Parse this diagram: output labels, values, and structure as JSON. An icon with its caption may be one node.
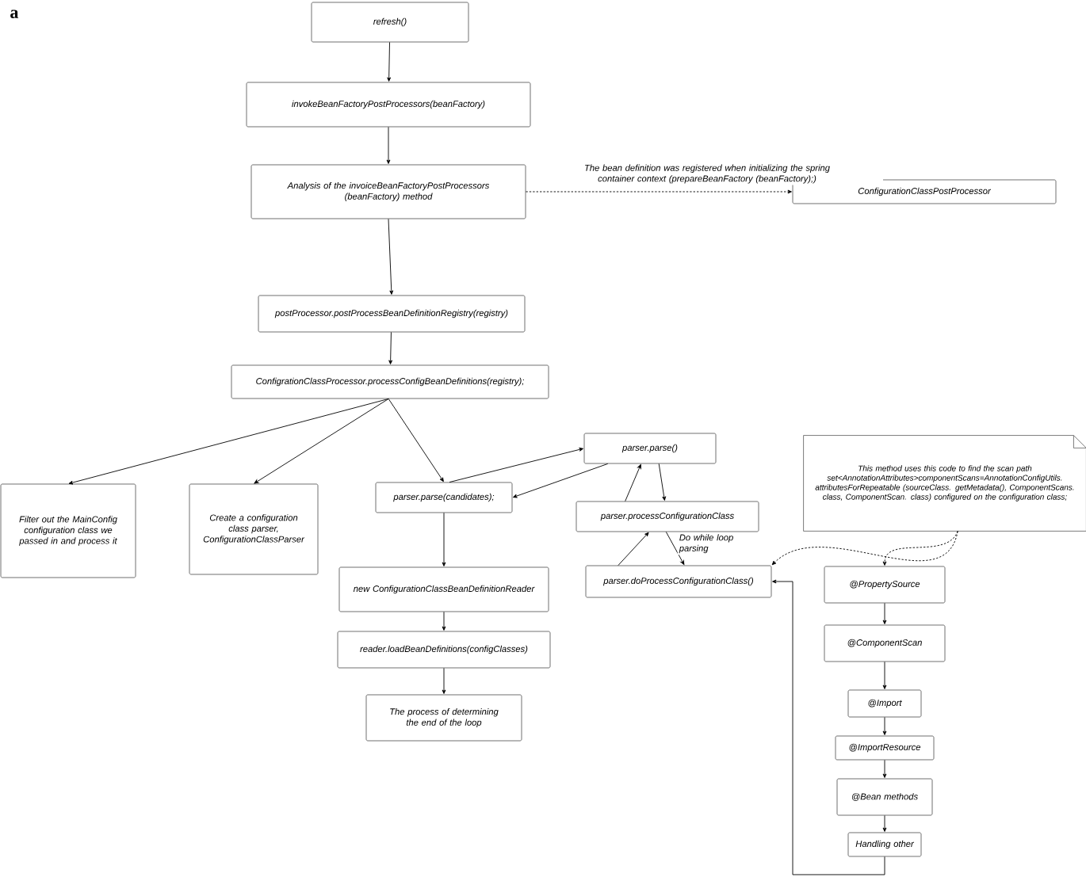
{
  "diagram": {
    "nodes": [
      {
        "text": [
          "refresh()"
        ]
      },
      {
        "text": [
          "invokeBeanFactoryPostProcessors(beanFactory)"
        ]
      },
      {
        "text": [
          "Analysis of the invoiceBeanFactoryPostProcessors (beanFactory) method"
        ]
      },
      {
        "text": [
          "ConfigurationClassPostProcessor"
        ]
      },
      {
        "text": [
          "postProcessor.postProcessBeanDefinitionRegistry(registry)"
        ]
      },
      {
        "text": [
          "ConfigrationClassProcessor.processConfigBeanDefinitions(registry);"
        ]
      },
      {
        "text": [
          "Filter out the MainConfig configuration class we passed in and process it"
        ]
      },
      {
        "text": [
          "Create a configuration class parser, ConfigurationClassParser"
        ]
      },
      {
        "text": [
          "parser.parse(candidates);"
        ]
      },
      {
        "text": [
          "new ConfigurationClassBeanDefinitionReader"
        ]
      },
      {
        "text": [
          "reader.loadBeanDefinitions(configClasses)"
        ]
      },
      {
        "text": [
          "The process of determining the end of the loop"
        ]
      },
      {
        "text": [
          "parser.parse()"
        ]
      },
      {
        "text": [
          "parser.processConfigurationClass"
        ]
      },
      {
        "text": [
          "parser.doProcessConfigurationClass()"
        ]
      },
      {
        "text": [
          "This method uses this code to find the scan path set<AnnotationAttributes>componentScans=AnnotationConfigUtils. attributesForRepeatable (sourceClass. getMetadata(), ComponentScans. class, ComponentScan. class) configured on the configuration class;"
        ]
      },
      {
        "text": [
          "@PropertySource"
        ]
      },
      {
        "text": [
          "@ComponentScan"
        ]
      },
      {
        "text": [
          "@Import"
        ]
      },
      {
        "text": [
          "@ImportResource"
        ]
      },
      {
        "text": [
          "@Bean methods"
        ]
      },
      {
        "text": [
          "Handling other"
        ]
      }
    ],
    "edges": [
      {
        "from": 0,
        "to": 1,
        "arrow": "to"
      },
      {
        "from": 1,
        "to": 2,
        "arrow": "to"
      },
      {
        "from": 2,
        "to": 3,
        "arrow": "to",
        "style": "dashed",
        "label": "The bean definition was registered when initializing the spring container context (prepareBeanFactory (beanFactory);)"
      },
      {
        "from": 2,
        "to": 4,
        "arrow": "to"
      },
      {
        "from": 4,
        "to": 5,
        "arrow": "to"
      },
      {
        "from": 5,
        "to": 6,
        "arrow": "to"
      },
      {
        "from": 5,
        "to": 7,
        "arrow": "to"
      },
      {
        "from": 5,
        "to": 8,
        "arrow": "to"
      },
      {
        "from": 8,
        "to": 9,
        "arrow": "to"
      },
      {
        "from": 9,
        "to": 10,
        "arrow": "to"
      },
      {
        "from": 10,
        "to": 11,
        "arrow": "to"
      },
      {
        "from": 8,
        "to": 12,
        "arrow": "to"
      },
      {
        "from": 12,
        "to": 8,
        "arrow": "to"
      },
      {
        "from": 12,
        "to": 13,
        "arrow": "to"
      },
      {
        "from": 13,
        "to": 12,
        "arrow": "to"
      },
      {
        "from": 13,
        "to": 14,
        "arrow": "to",
        "label": "Do while loop parsing"
      },
      {
        "from": 14,
        "to": 13,
        "arrow": "to"
      },
      {
        "from": 15,
        "to": 14,
        "arrow": "to",
        "style": "dashed"
      },
      {
        "from": 15,
        "to": 16,
        "arrow": "to",
        "style": "dashed"
      },
      {
        "from": 16,
        "to": 17,
        "arrow": "to"
      },
      {
        "from": 17,
        "to": 18,
        "arrow": "to"
      },
      {
        "from": 18,
        "to": 19,
        "arrow": "to"
      },
      {
        "from": 19,
        "to": 20,
        "arrow": "to"
      },
      {
        "from": 20,
        "to": 21,
        "arrow": "to"
      },
      {
        "from": 21,
        "to": 14,
        "arrow": "to"
      }
    ],
    "labels": [
      "a"
    ]
  }
}
